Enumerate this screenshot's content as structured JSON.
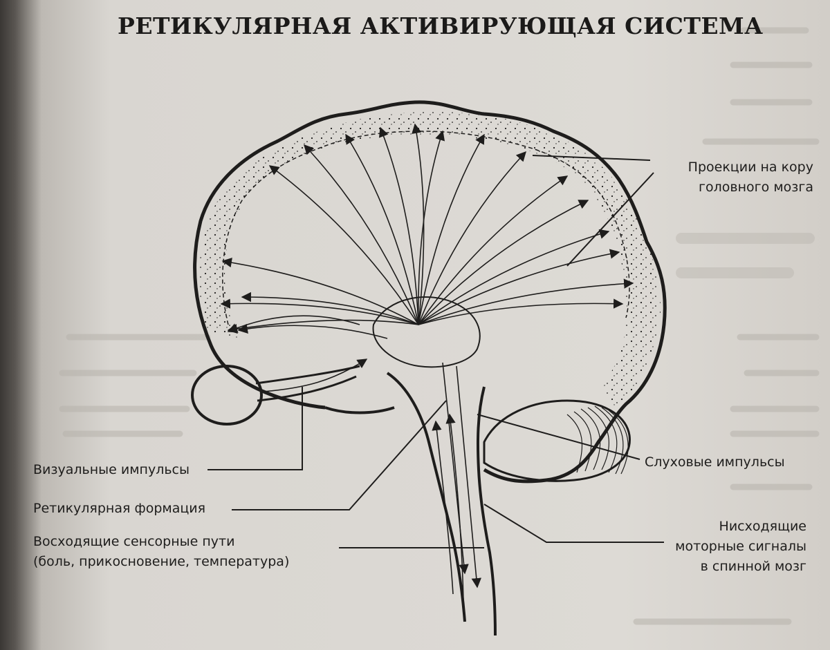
{
  "title": "РЕТИКУЛЯРНАЯ АКТИВИРУЮЩАЯ СИСТЕМА",
  "labels": {
    "cortex_projections": [
      "Проекции на кору",
      "головного мозга"
    ],
    "visual_impulses": "Визуальные импульсы",
    "reticular_formation": "Ретикулярная формация",
    "ascending_paths": [
      "Восходящие сенсорные пути",
      "(боль, прикосновение, температура)"
    ],
    "auditory_impulses": "Слуховые импульсы",
    "descending_signals": [
      "Нисходящие",
      "моторные сигналы",
      "в спинной мозг"
    ]
  },
  "colors": {
    "ink": "#1e1d1c",
    "paper": "#dddad5",
    "bleed_text": "#b9b5ae"
  }
}
